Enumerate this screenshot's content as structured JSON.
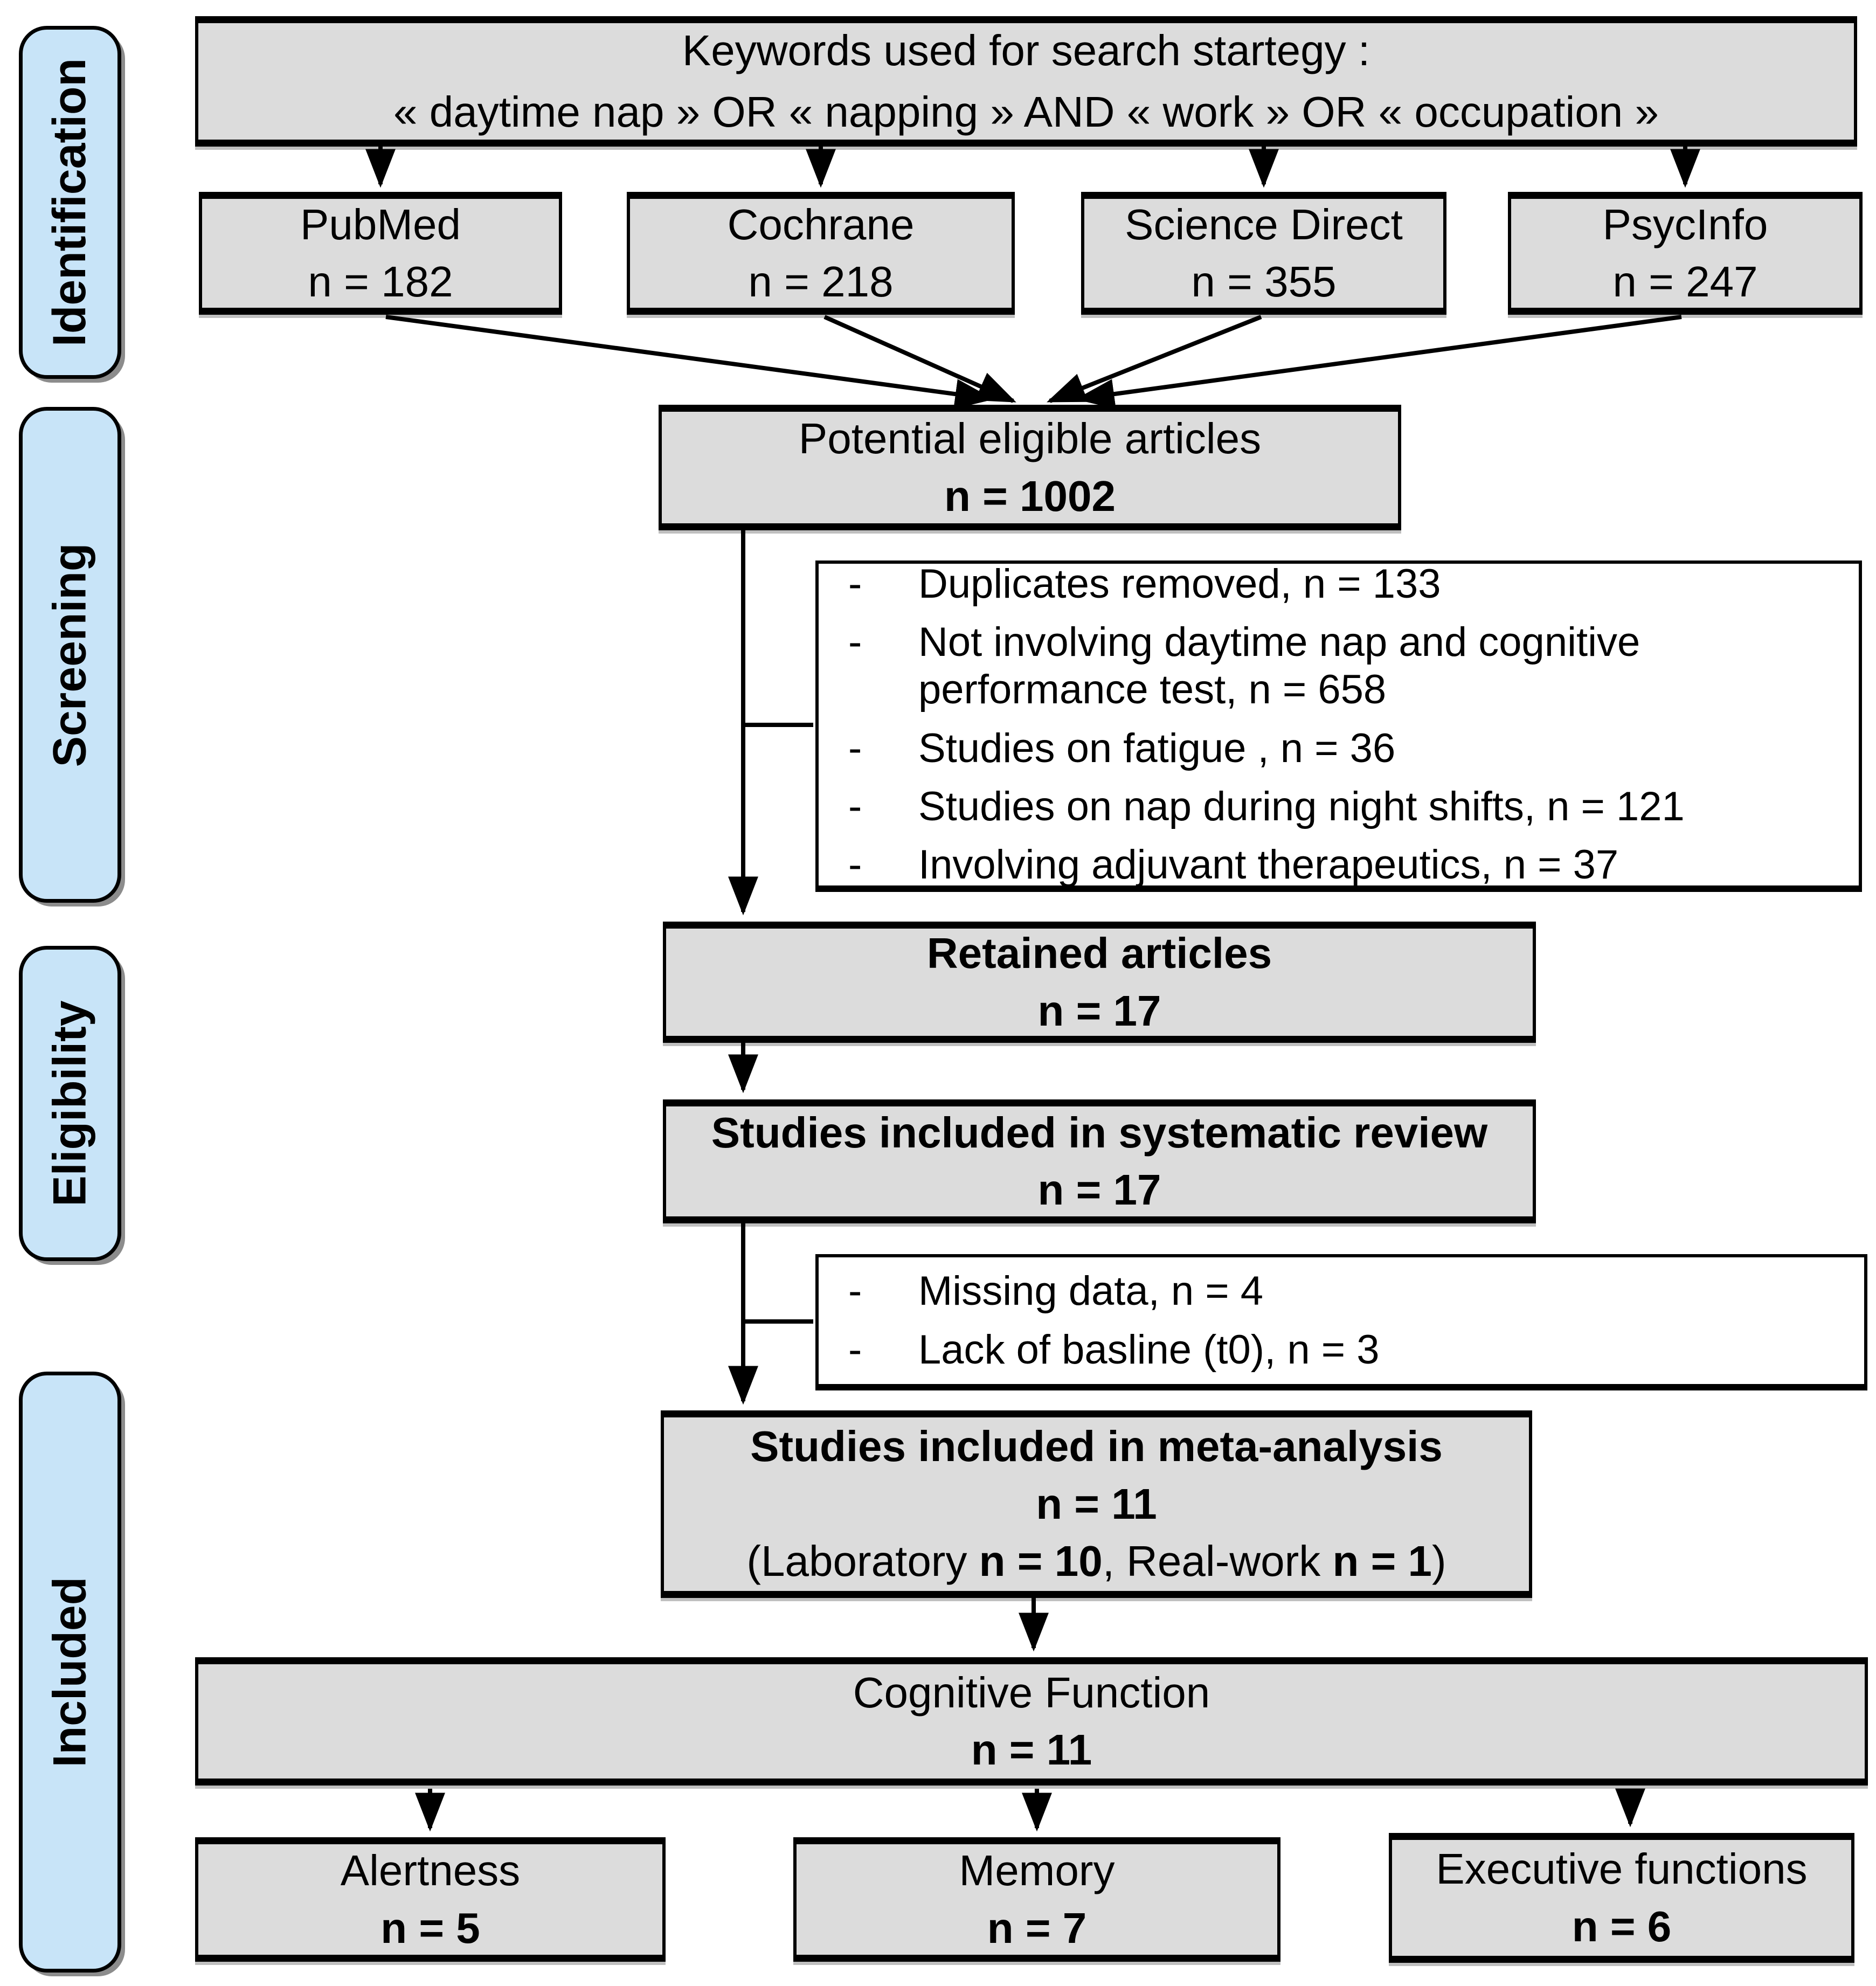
{
  "stages": [
    {
      "label": "Identification"
    },
    {
      "label": "Screening"
    },
    {
      "label": "Eligibility"
    },
    {
      "label": "Included"
    }
  ],
  "keywords_box": {
    "line1": "Keywords used for search startegy :",
    "line2": "« daytime nap » OR « napping » AND « work » OR « occupation »"
  },
  "databases": [
    {
      "name": "PubMed",
      "count": "n = 182"
    },
    {
      "name": "Cochrane",
      "count": "n = 218"
    },
    {
      "name": "Science Direct",
      "count": "n = 355"
    },
    {
      "name": "PsycInfo",
      "count": "n = 247"
    }
  ],
  "potential": {
    "title": "Potential eligible articles",
    "count": "n = 1002"
  },
  "exclusion1": {
    "bullet": "-",
    "items": [
      "Duplicates removed, n = 133",
      "Not involving daytime nap and cognitive performance test, n = 658",
      "Studies on fatigue , n = 36",
      "Studies on nap during night shifts, n = 121",
      "Involving adjuvant therapeutics, n = 37"
    ]
  },
  "retained": {
    "title": "Retained articles",
    "count": "n = 17"
  },
  "systematic": {
    "title": "Studies included in systematic review",
    "count": "n = 17"
  },
  "exclusion2": {
    "bullet": "-",
    "items": [
      "Missing data, n = 4",
      "Lack of basline (t0), n = 3"
    ]
  },
  "meta": {
    "title": "Studies included in meta-analysis",
    "count": "n = 11",
    "sub_prefix": "(Laboratory ",
    "sub_bold1": "n = 10",
    "sub_mid": ", Real-work ",
    "sub_bold2": "n = 1",
    "sub_suffix": ")"
  },
  "cognitive": {
    "title": "Cognitive Function",
    "count": "n = 11"
  },
  "outcomes": [
    {
      "name": "Alertness",
      "count": "n = 5"
    },
    {
      "name": "Memory",
      "count": "n = 7"
    },
    {
      "name": "Executive functions",
      "count": "n = 6"
    }
  ],
  "colors": {
    "box_fill": "#dcdcdc",
    "stage_fill": "#c8e4f8",
    "exclusion_fill": "#ffffff",
    "border": "#000000"
  }
}
